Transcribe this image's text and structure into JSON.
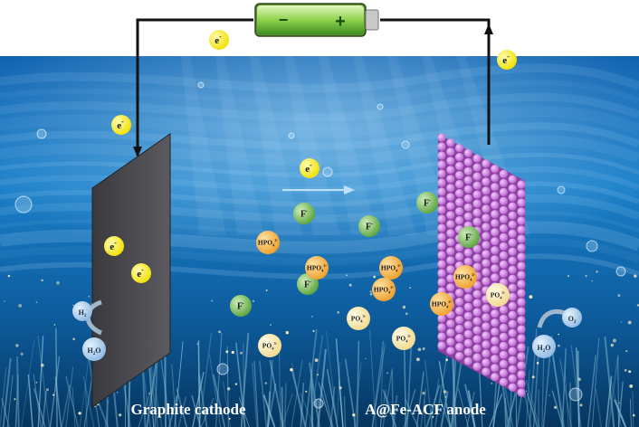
{
  "battery": {
    "minus": "−",
    "plus": "+"
  },
  "electron_label": "e",
  "electron_charge": "-",
  "labels": {
    "cathode": "Graphite cathode",
    "anode": "A@Fe-ACF anode"
  },
  "gases": {
    "h2": "H",
    "h2_sub": "2",
    "o2": "O",
    "o2_sub": "2",
    "water": "H",
    "water_sub": "2",
    "water_tail": "O"
  },
  "ions": {
    "fluoride": "F",
    "fluoride_charge": "-",
    "hpo4": "HPO",
    "hpo4_sub": "4",
    "hpo4_charge": "2-",
    "po4": "PO",
    "po4_sub": "4",
    "po4_charge": "3-"
  },
  "colors": {
    "electron": "#f7ee14",
    "fluoride": "#7fbf5a",
    "phosphate": "#f6b14a",
    "po4": "#f7e2a5",
    "cathode": "#4a4a4e",
    "anode": "#d88be6",
    "water_top": "#0a5aa8",
    "water_bottom": "#063a6e"
  }
}
